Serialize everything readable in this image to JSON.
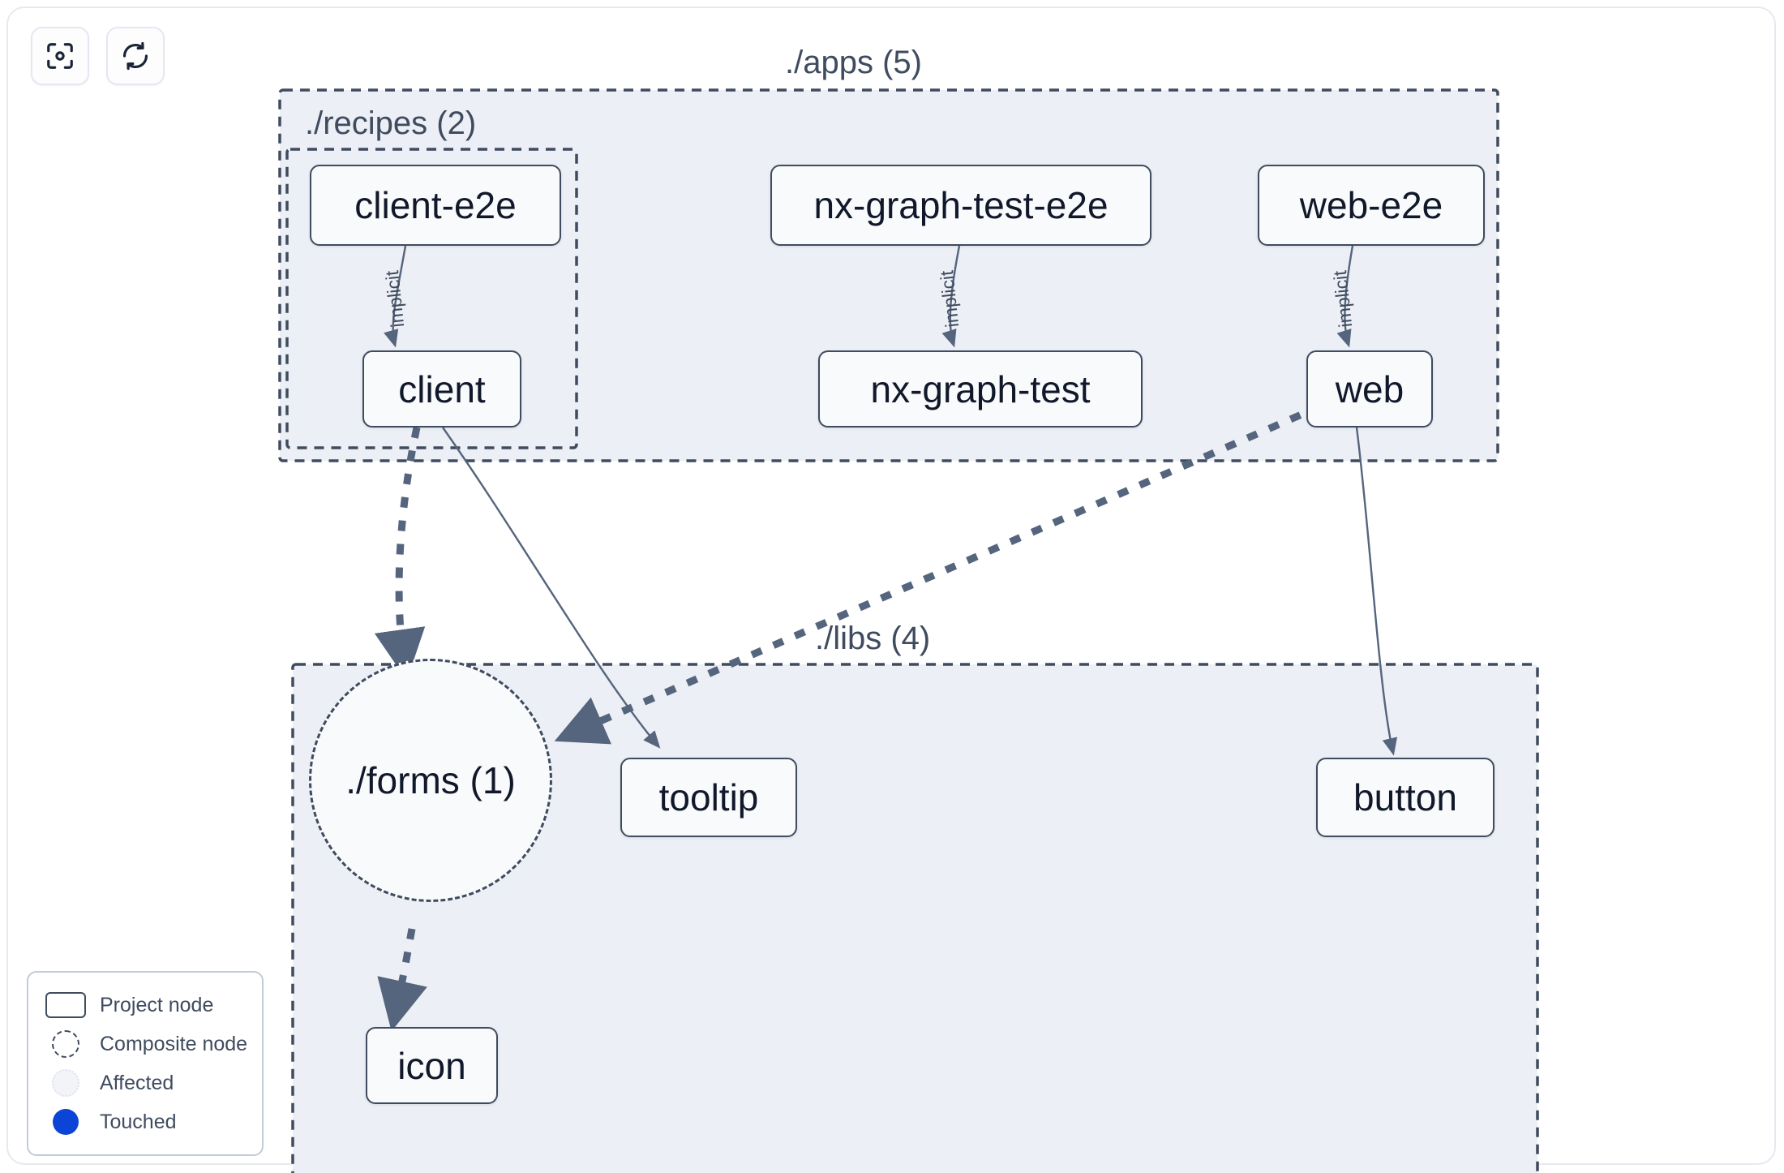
{
  "toolbar": {
    "buttons": [
      {
        "name": "focus-graph-button",
        "icon": "focus-target-icon",
        "label": ""
      },
      {
        "name": "refresh-graph-button",
        "icon": "refresh-icon",
        "label": ""
      }
    ]
  },
  "groups": [
    {
      "id": "apps",
      "label": "./apps (5)",
      "count": 5
    },
    {
      "id": "recipes",
      "label": "./recipes (2)",
      "count": 2
    },
    {
      "id": "libs",
      "label": "./libs (4)",
      "count": 4
    }
  ],
  "nodes": [
    {
      "id": "client-e2e",
      "label": "client-e2e",
      "type": "project",
      "group": "recipes"
    },
    {
      "id": "nx-graph-test-e2e",
      "label": "nx-graph-test-e2e",
      "type": "project",
      "group": "apps"
    },
    {
      "id": "web-e2e",
      "label": "web-e2e",
      "type": "project",
      "group": "apps"
    },
    {
      "id": "client",
      "label": "client",
      "type": "project",
      "group": "recipes"
    },
    {
      "id": "nx-graph-test",
      "label": "nx-graph-test",
      "type": "project",
      "group": "apps"
    },
    {
      "id": "web",
      "label": "web",
      "type": "project",
      "group": "apps"
    },
    {
      "id": "forms",
      "label": "./forms (1)",
      "type": "composite",
      "group": "libs"
    },
    {
      "id": "tooltip",
      "label": "tooltip",
      "type": "project",
      "group": "libs"
    },
    {
      "id": "button",
      "label": "button",
      "type": "project",
      "group": "libs"
    },
    {
      "id": "icon",
      "label": "icon",
      "type": "project",
      "group": "libs"
    }
  ],
  "edges": [
    {
      "from": "client-e2e",
      "to": "client",
      "label": "implicit",
      "style": "thin-solid"
    },
    {
      "from": "nx-graph-test-e2e",
      "to": "nx-graph-test",
      "label": "implicit",
      "style": "thin-solid"
    },
    {
      "from": "web-e2e",
      "to": "web",
      "label": "implicit",
      "style": "thin-solid"
    },
    {
      "from": "client",
      "to": "forms",
      "label": "",
      "style": "thick-dashed"
    },
    {
      "from": "client",
      "to": "tooltip",
      "label": "",
      "style": "thin-solid"
    },
    {
      "from": "web",
      "to": "forms",
      "label": "",
      "style": "thick-dashed"
    },
    {
      "from": "web",
      "to": "button",
      "label": "",
      "style": "thin-solid"
    },
    {
      "from": "forms",
      "to": "icon",
      "label": "",
      "style": "thick-dashed"
    }
  ],
  "legend": {
    "items": [
      {
        "swatch": "project-node-swatch",
        "label": "Project node"
      },
      {
        "swatch": "composite-node-swatch",
        "label": "Composite node"
      },
      {
        "swatch": "affected-swatch",
        "label": "Affected"
      },
      {
        "swatch": "touched-swatch",
        "label": "Touched"
      }
    ]
  },
  "colors": {
    "edge": "#55657d",
    "node_border": "#3f4b5e",
    "node_fill": "#f8fafc",
    "group_fill": "#eceff5",
    "touched": "#0b44d6",
    "text": "#11182a"
  }
}
